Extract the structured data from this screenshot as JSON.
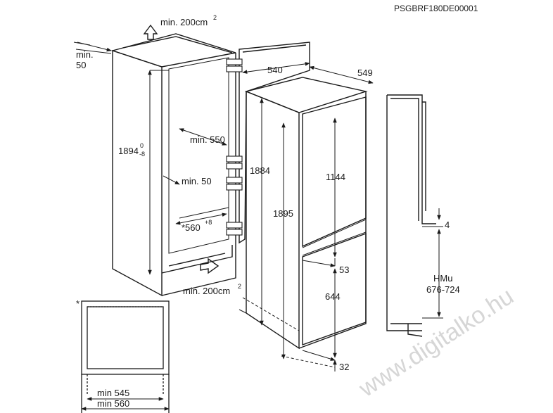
{
  "doc_code": "PSGBRF180DE00001",
  "watermark": "www.digitalko.hu",
  "labels": {
    "vent_top": "min. 200cm",
    "vent_top_sup": "2",
    "vent_bottom": "min. 200cm",
    "vent_bottom_sup": "2",
    "min_50_left_a": "min.",
    "min_50_left_b": "50",
    "niche_height": "1894",
    "niche_height_sup": "0",
    "niche_height_sub": "-8",
    "min_550": "min. 550",
    "min_50_inner": "min. 50",
    "width_560": "*560",
    "width_560_sup": "+8",
    "depth_540": "540",
    "depth_549": "549",
    "h_1884": "1884",
    "h_1895": "1895",
    "h_1144": "1144",
    "h_53": "53",
    "h_644": "644",
    "h_32": "32",
    "side_4": "4",
    "hmu_a": "HMu",
    "hmu_b": "676-724",
    "asterisk": "*",
    "min_545": "min 545",
    "min_560": "min 560"
  }
}
